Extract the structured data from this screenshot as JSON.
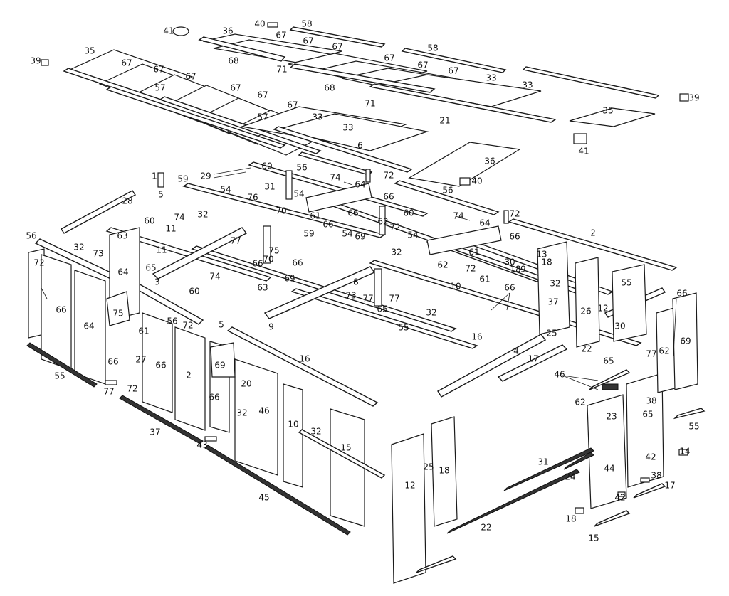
{
  "callouts": [
    {
      "id": "c41a",
      "text": "41"
    },
    {
      "id": "c36a",
      "text": "36"
    },
    {
      "id": "c40a",
      "text": "40"
    },
    {
      "id": "c58a",
      "text": "58"
    },
    {
      "id": "c67a",
      "text": "67"
    },
    {
      "id": "c67b",
      "text": "67"
    },
    {
      "id": "c67c",
      "text": "67"
    },
    {
      "id": "c39a",
      "text": "39"
    },
    {
      "id": "c35a",
      "text": "35"
    },
    {
      "id": "c67d",
      "text": "67"
    },
    {
      "id": "c67e",
      "text": "67"
    },
    {
      "id": "c67f",
      "text": "67"
    },
    {
      "id": "c68a",
      "text": "68"
    },
    {
      "id": "c71a",
      "text": "71"
    },
    {
      "id": "c58b",
      "text": "58"
    },
    {
      "id": "c67g",
      "text": "67"
    },
    {
      "id": "c67h",
      "text": "67"
    },
    {
      "id": "c67i",
      "text": "67"
    },
    {
      "id": "c33a",
      "text": "33"
    },
    {
      "id": "c33b",
      "text": "33"
    },
    {
      "id": "c57a",
      "text": "57"
    },
    {
      "id": "c67j",
      "text": "67"
    },
    {
      "id": "c67k",
      "text": "67"
    },
    {
      "id": "c67l",
      "text": "67"
    },
    {
      "id": "c68b",
      "text": "68"
    },
    {
      "id": "c71b",
      "text": "71"
    },
    {
      "id": "c39b",
      "text": "39"
    },
    {
      "id": "c57b",
      "text": "57"
    },
    {
      "id": "c33c",
      "text": "33"
    },
    {
      "id": "c33d",
      "text": "33"
    },
    {
      "id": "c21a",
      "text": "21"
    },
    {
      "id": "c35b",
      "text": "35"
    },
    {
      "id": "c6a",
      "text": "6"
    },
    {
      "id": "c41b",
      "text": "41"
    },
    {
      "id": "c36b",
      "text": "36"
    },
    {
      "id": "c56a",
      "text": "56"
    },
    {
      "id": "c60a",
      "text": "60"
    },
    {
      "id": "c1a",
      "text": "1"
    },
    {
      "id": "c59a",
      "text": "59"
    },
    {
      "id": "c29a",
      "text": "29"
    },
    {
      "id": "c74a",
      "text": "74"
    },
    {
      "id": "c72a",
      "text": "72"
    },
    {
      "id": "c40b",
      "text": "40"
    },
    {
      "id": "c56b",
      "text": "56"
    },
    {
      "id": "c5a",
      "text": "5"
    },
    {
      "id": "c54a",
      "text": "54"
    },
    {
      "id": "c31a",
      "text": "31"
    },
    {
      "id": "c76a",
      "text": "76"
    },
    {
      "id": "c54b",
      "text": "54"
    },
    {
      "id": "c64a",
      "text": "64"
    },
    {
      "id": "c66a",
      "text": "66"
    },
    {
      "id": "c28a",
      "text": "28"
    },
    {
      "id": "c70a",
      "text": "70"
    },
    {
      "id": "c61a",
      "text": "61"
    },
    {
      "id": "c66b",
      "text": "66"
    },
    {
      "id": "c66c",
      "text": "66"
    },
    {
      "id": "c62a",
      "text": "62"
    },
    {
      "id": "c60b",
      "text": "60"
    },
    {
      "id": "c74b",
      "text": "74"
    },
    {
      "id": "c72b",
      "text": "72"
    },
    {
      "id": "c60c",
      "text": "60"
    },
    {
      "id": "c32a",
      "text": "32"
    },
    {
      "id": "c11a",
      "text": "11"
    },
    {
      "id": "c74c",
      "text": "74"
    },
    {
      "id": "c64b",
      "text": "64"
    },
    {
      "id": "c2a",
      "text": "2"
    },
    {
      "id": "c59b",
      "text": "59"
    },
    {
      "id": "c54c",
      "text": "54"
    },
    {
      "id": "c69a",
      "text": "69"
    },
    {
      "id": "c72c",
      "text": "72"
    },
    {
      "id": "c54d",
      "text": "54"
    },
    {
      "id": "c66d",
      "text": "66"
    },
    {
      "id": "c56c",
      "text": "56"
    },
    {
      "id": "c32b",
      "text": "32"
    },
    {
      "id": "c63a",
      "text": "63"
    },
    {
      "id": "c77a",
      "text": "77"
    },
    {
      "id": "c75a",
      "text": "75"
    },
    {
      "id": "c70b",
      "text": "70"
    },
    {
      "id": "c32c",
      "text": "32"
    },
    {
      "id": "c13a",
      "text": "13"
    },
    {
      "id": "c11b",
      "text": "11"
    },
    {
      "id": "c73a",
      "text": "73"
    },
    {
      "id": "c66e",
      "text": "66"
    },
    {
      "id": "c62b",
      "text": "62"
    },
    {
      "id": "c30a",
      "text": "30"
    },
    {
      "id": "c72d",
      "text": "72"
    },
    {
      "id": "c64c",
      "text": "64"
    },
    {
      "id": "c65a",
      "text": "65"
    },
    {
      "id": "c66f",
      "text": "66"
    },
    {
      "id": "c61b",
      "text": "61"
    },
    {
      "id": "c72e",
      "text": "72"
    },
    {
      "id": "c9a",
      "text": "9"
    },
    {
      "id": "c18a",
      "text": "18"
    },
    {
      "id": "c74d",
      "text": "74"
    },
    {
      "id": "c69b",
      "text": "69"
    },
    {
      "id": "c61c",
      "text": "61"
    },
    {
      "id": "c18b",
      "text": "18"
    },
    {
      "id": "c3a",
      "text": "3"
    },
    {
      "id": "c60d",
      "text": "60"
    },
    {
      "id": "c63b",
      "text": "63"
    },
    {
      "id": "c8a",
      "text": "8"
    },
    {
      "id": "c10a",
      "text": "10"
    },
    {
      "id": "c32d",
      "text": "32"
    },
    {
      "id": "c55a",
      "text": "55"
    },
    {
      "id": "c73b",
      "text": "73"
    },
    {
      "id": "c77b",
      "text": "77"
    },
    {
      "id": "c77c",
      "text": "77"
    },
    {
      "id": "c66g",
      "text": "66"
    },
    {
      "id": "c75b",
      "text": "75"
    },
    {
      "id": "c65b",
      "text": "65"
    },
    {
      "id": "c32e",
      "text": "32"
    },
    {
      "id": "c37a",
      "text": "37"
    },
    {
      "id": "c26a",
      "text": "26"
    },
    {
      "id": "c12a",
      "text": "12"
    },
    {
      "id": "c66h",
      "text": "66"
    },
    {
      "id": "c66i",
      "text": "66"
    },
    {
      "id": "c64d",
      "text": "64"
    },
    {
      "id": "c9b",
      "text": "9"
    },
    {
      "id": "c55b",
      "text": "55"
    },
    {
      "id": "c16a",
      "text": "16"
    },
    {
      "id": "c30b",
      "text": "30"
    },
    {
      "id": "c69c",
      "text": "69"
    },
    {
      "id": "c61d",
      "text": "61"
    },
    {
      "id": "c56d",
      "text": "56"
    },
    {
      "id": "c72f",
      "text": "72"
    },
    {
      "id": "c5b",
      "text": "5"
    },
    {
      "id": "c25a",
      "text": "25"
    },
    {
      "id": "c62c",
      "text": "62"
    },
    {
      "id": "c27a",
      "text": "27"
    },
    {
      "id": "c4a",
      "text": "4"
    },
    {
      "id": "c22a",
      "text": "22"
    },
    {
      "id": "c77d",
      "text": "77"
    },
    {
      "id": "c66j",
      "text": "66"
    },
    {
      "id": "c66k",
      "text": "66"
    },
    {
      "id": "c2b",
      "text": "2"
    },
    {
      "id": "c16b",
      "text": "16"
    },
    {
      "id": "c17a",
      "text": "17"
    },
    {
      "id": "c65c",
      "text": "65"
    },
    {
      "id": "c55c",
      "text": "55"
    },
    {
      "id": "c77e",
      "text": "77"
    },
    {
      "id": "c72g",
      "text": "72"
    },
    {
      "id": "c66l",
      "text": "66"
    },
    {
      "id": "c69d",
      "text": "69"
    },
    {
      "id": "c20a",
      "text": "20"
    },
    {
      "id": "c46a",
      "text": "46"
    },
    {
      "id": "c38a",
      "text": "38"
    },
    {
      "id": "c62d",
      "text": "62"
    },
    {
      "id": "c32f",
      "text": "32"
    },
    {
      "id": "c46b",
      "text": "46"
    },
    {
      "id": "c23a",
      "text": "23"
    },
    {
      "id": "c65d",
      "text": "65"
    },
    {
      "id": "c37b",
      "text": "37"
    },
    {
      "id": "c10b",
      "text": "10"
    },
    {
      "id": "c32g",
      "text": "32"
    },
    {
      "id": "c15a",
      "text": "15"
    },
    {
      "id": "c55d",
      "text": "55"
    },
    {
      "id": "c43a",
      "text": "43"
    },
    {
      "id": "c42a",
      "text": "42"
    },
    {
      "id": "c14a",
      "text": "14"
    },
    {
      "id": "c31b",
      "text": "31"
    },
    {
      "id": "c12b",
      "text": "12"
    },
    {
      "id": "c25b",
      "text": "25"
    },
    {
      "id": "c18c",
      "text": "18"
    },
    {
      "id": "c24a",
      "text": "24"
    },
    {
      "id": "c44a",
      "text": "44"
    },
    {
      "id": "c38b",
      "text": "38"
    },
    {
      "id": "c17b",
      "text": "17"
    },
    {
      "id": "c45a",
      "text": "45"
    },
    {
      "id": "c42b",
      "text": "42"
    },
    {
      "id": "c18d",
      "text": "18"
    },
    {
      "id": "c22b",
      "text": "22"
    },
    {
      "id": "c15b",
      "text": "15"
    }
  ]
}
